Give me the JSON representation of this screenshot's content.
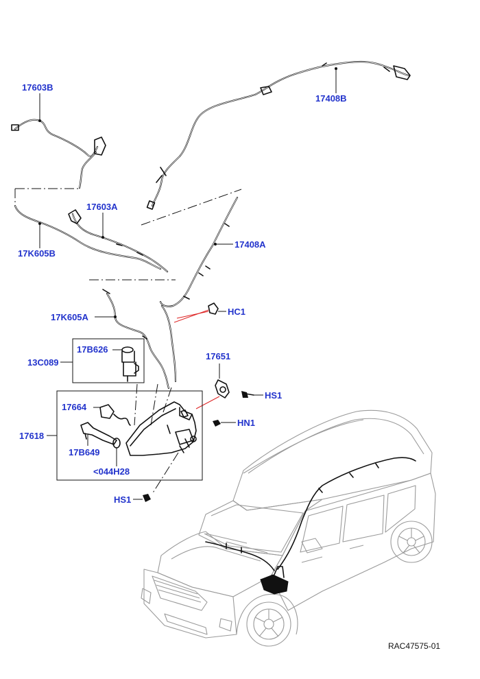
{
  "diagram": {
    "labels": {
      "l17603B": "17603B",
      "l17408B": "17408B",
      "l17603A": "17603A",
      "l17K605B": "17K605B",
      "l17408A": "17408A",
      "lHC1": "HC1",
      "l17K605A": "17K605A",
      "l17B626": "17B626",
      "l13C089": "13C089",
      "l17651": "17651",
      "lHS1a": "HS1",
      "l17664": "17664",
      "lHN1": "HN1",
      "l17618": "17618",
      "l17B649": "17B649",
      "l044H28": "<044H28",
      "lHS1b": "HS1"
    },
    "reference": "RAC47575-01"
  },
  "colors": {
    "label": "#2233cc",
    "highlight": "#dd2222",
    "vehicle_outline": "#9a9a9a"
  }
}
